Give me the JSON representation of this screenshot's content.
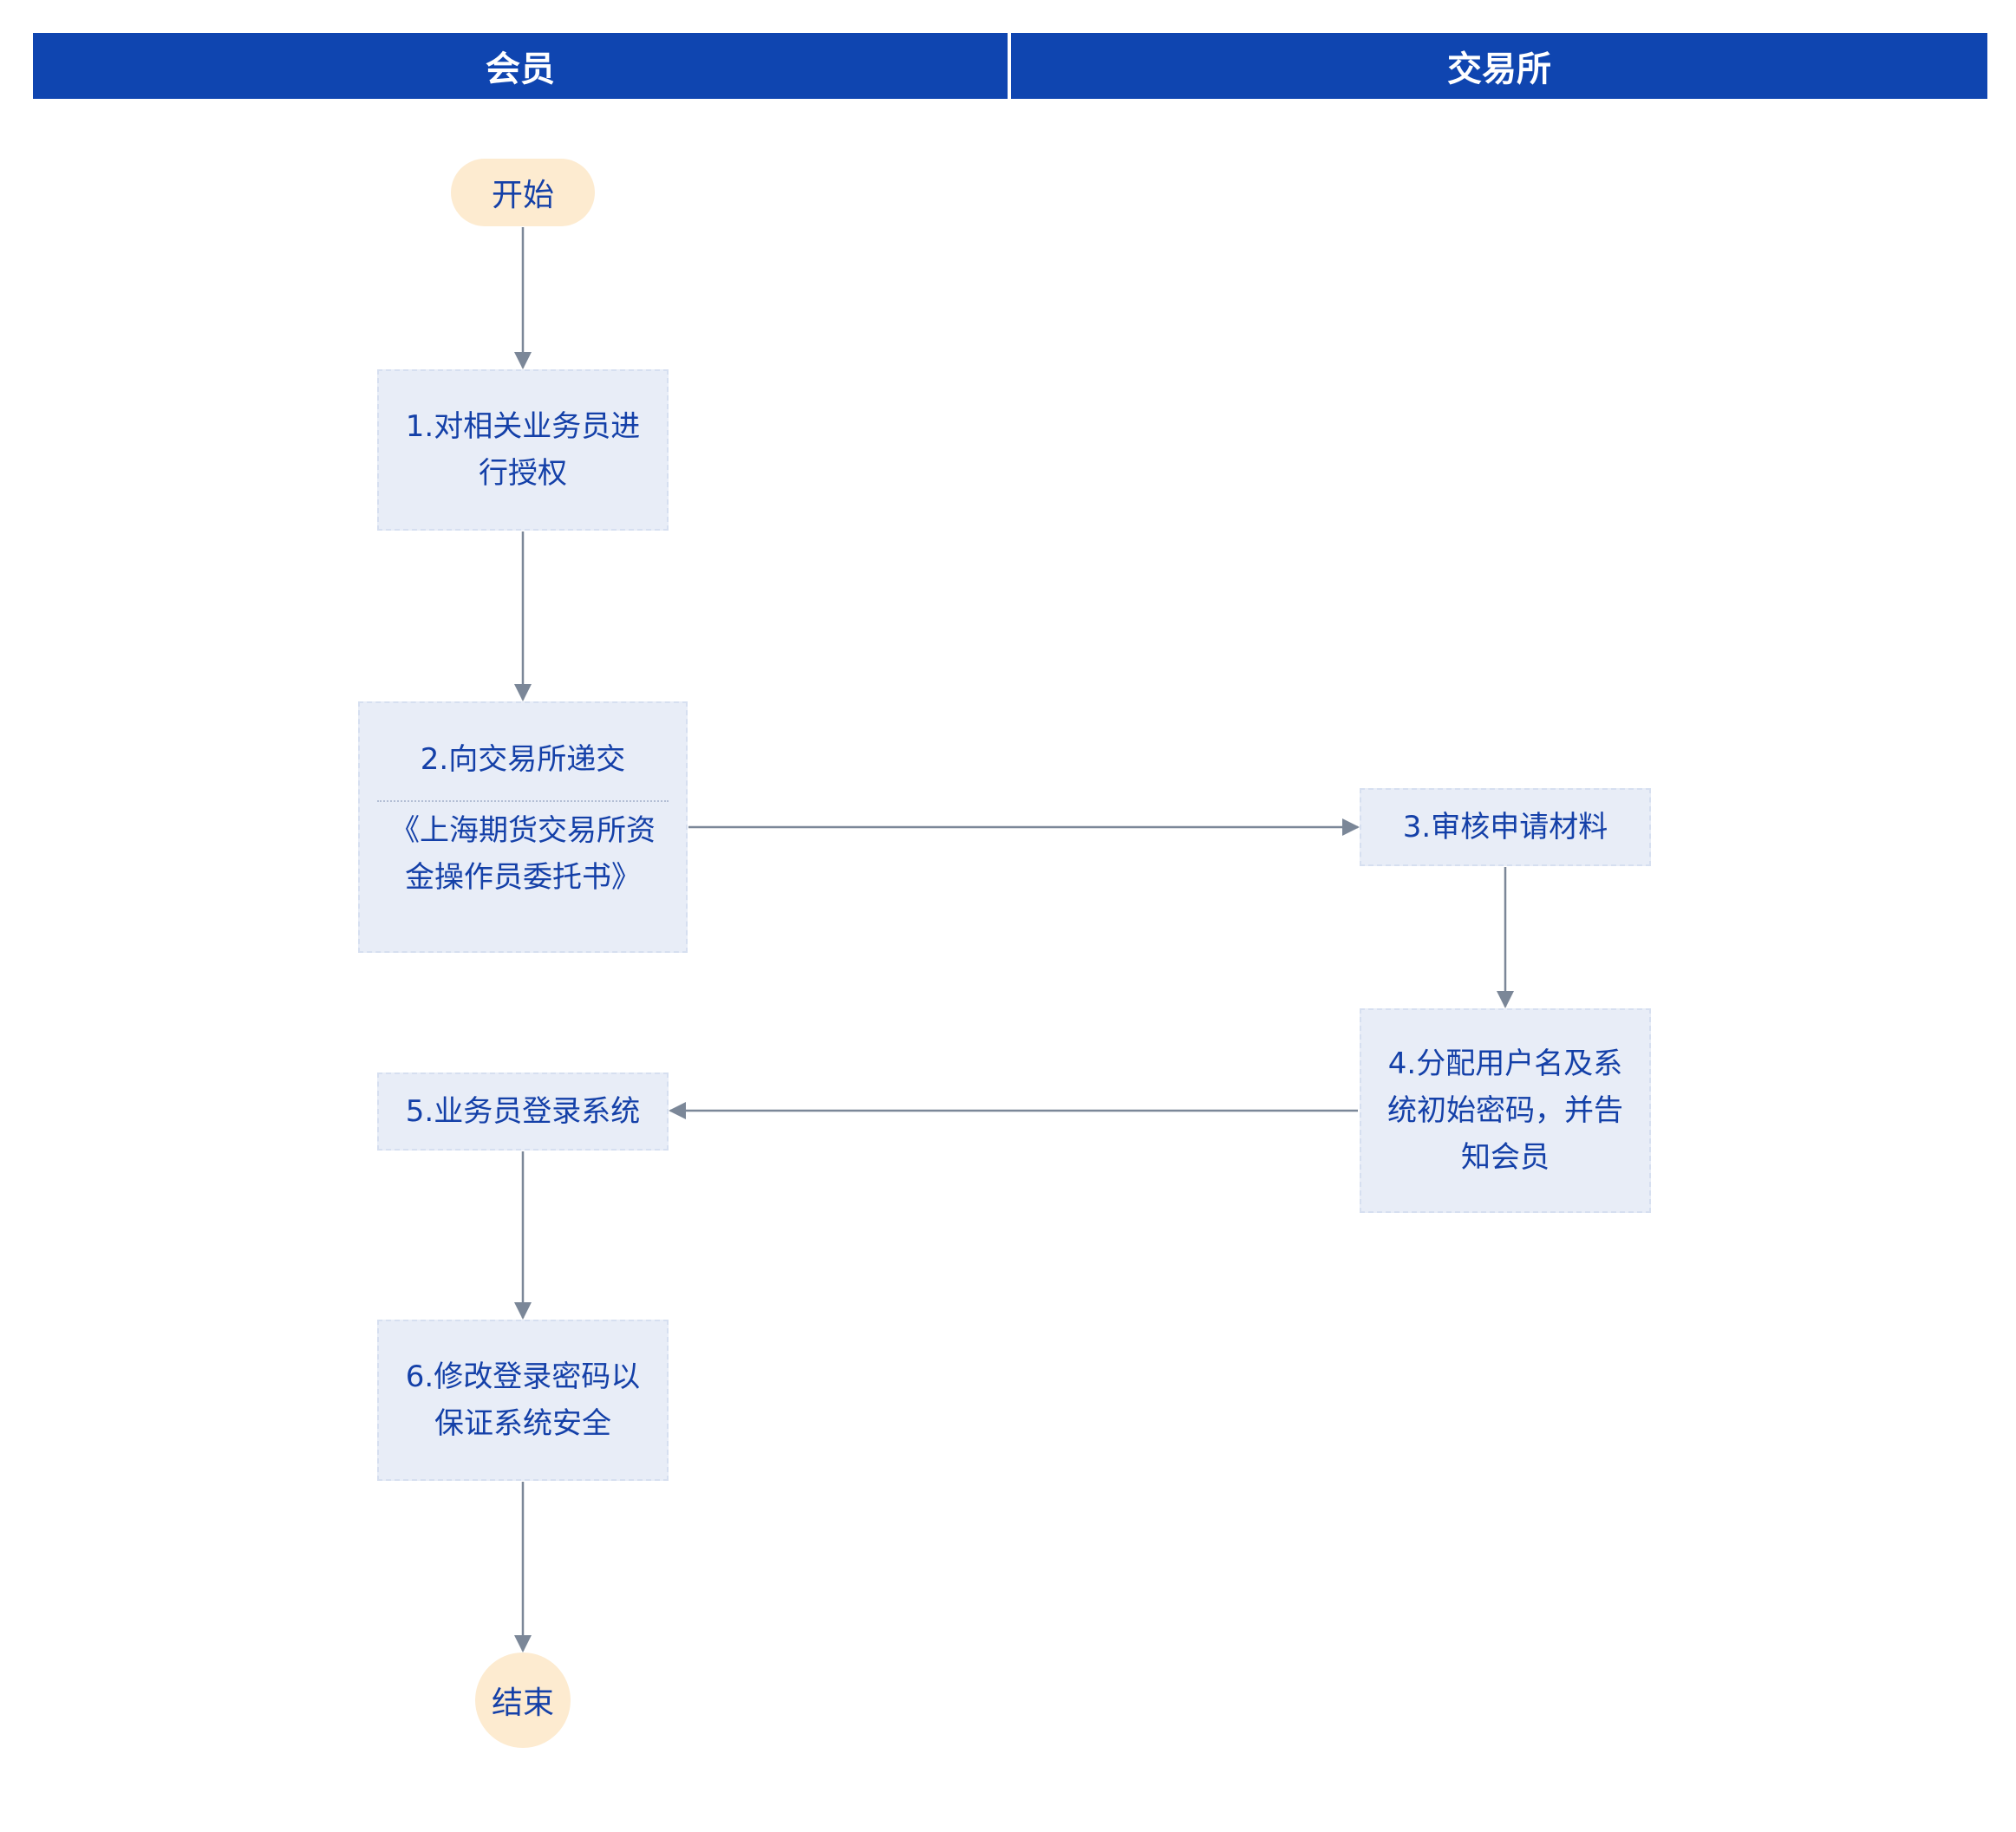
{
  "lanes": {
    "left": "会员",
    "right": "交易所"
  },
  "start_label": "开始",
  "end_label": "结束",
  "steps": {
    "step1": "1.对相关业务员进行授权",
    "step2_title": "2.向交易所递交",
    "step2_doc": "《上海期货交易所资金操作员委托书》",
    "step3": "3.审核申请材料",
    "step4": "4.分配用户名及系统初始密码，并告知会员",
    "step5": "5.业务员登录系统",
    "step6": "6.修改登录密码以保证系统安全"
  },
  "colors": {
    "header": "#0f45b0",
    "node_fill": "#e8edf7",
    "terminal_fill": "#fdebd0",
    "text": "#1440a8",
    "connector": "#7b8798"
  }
}
